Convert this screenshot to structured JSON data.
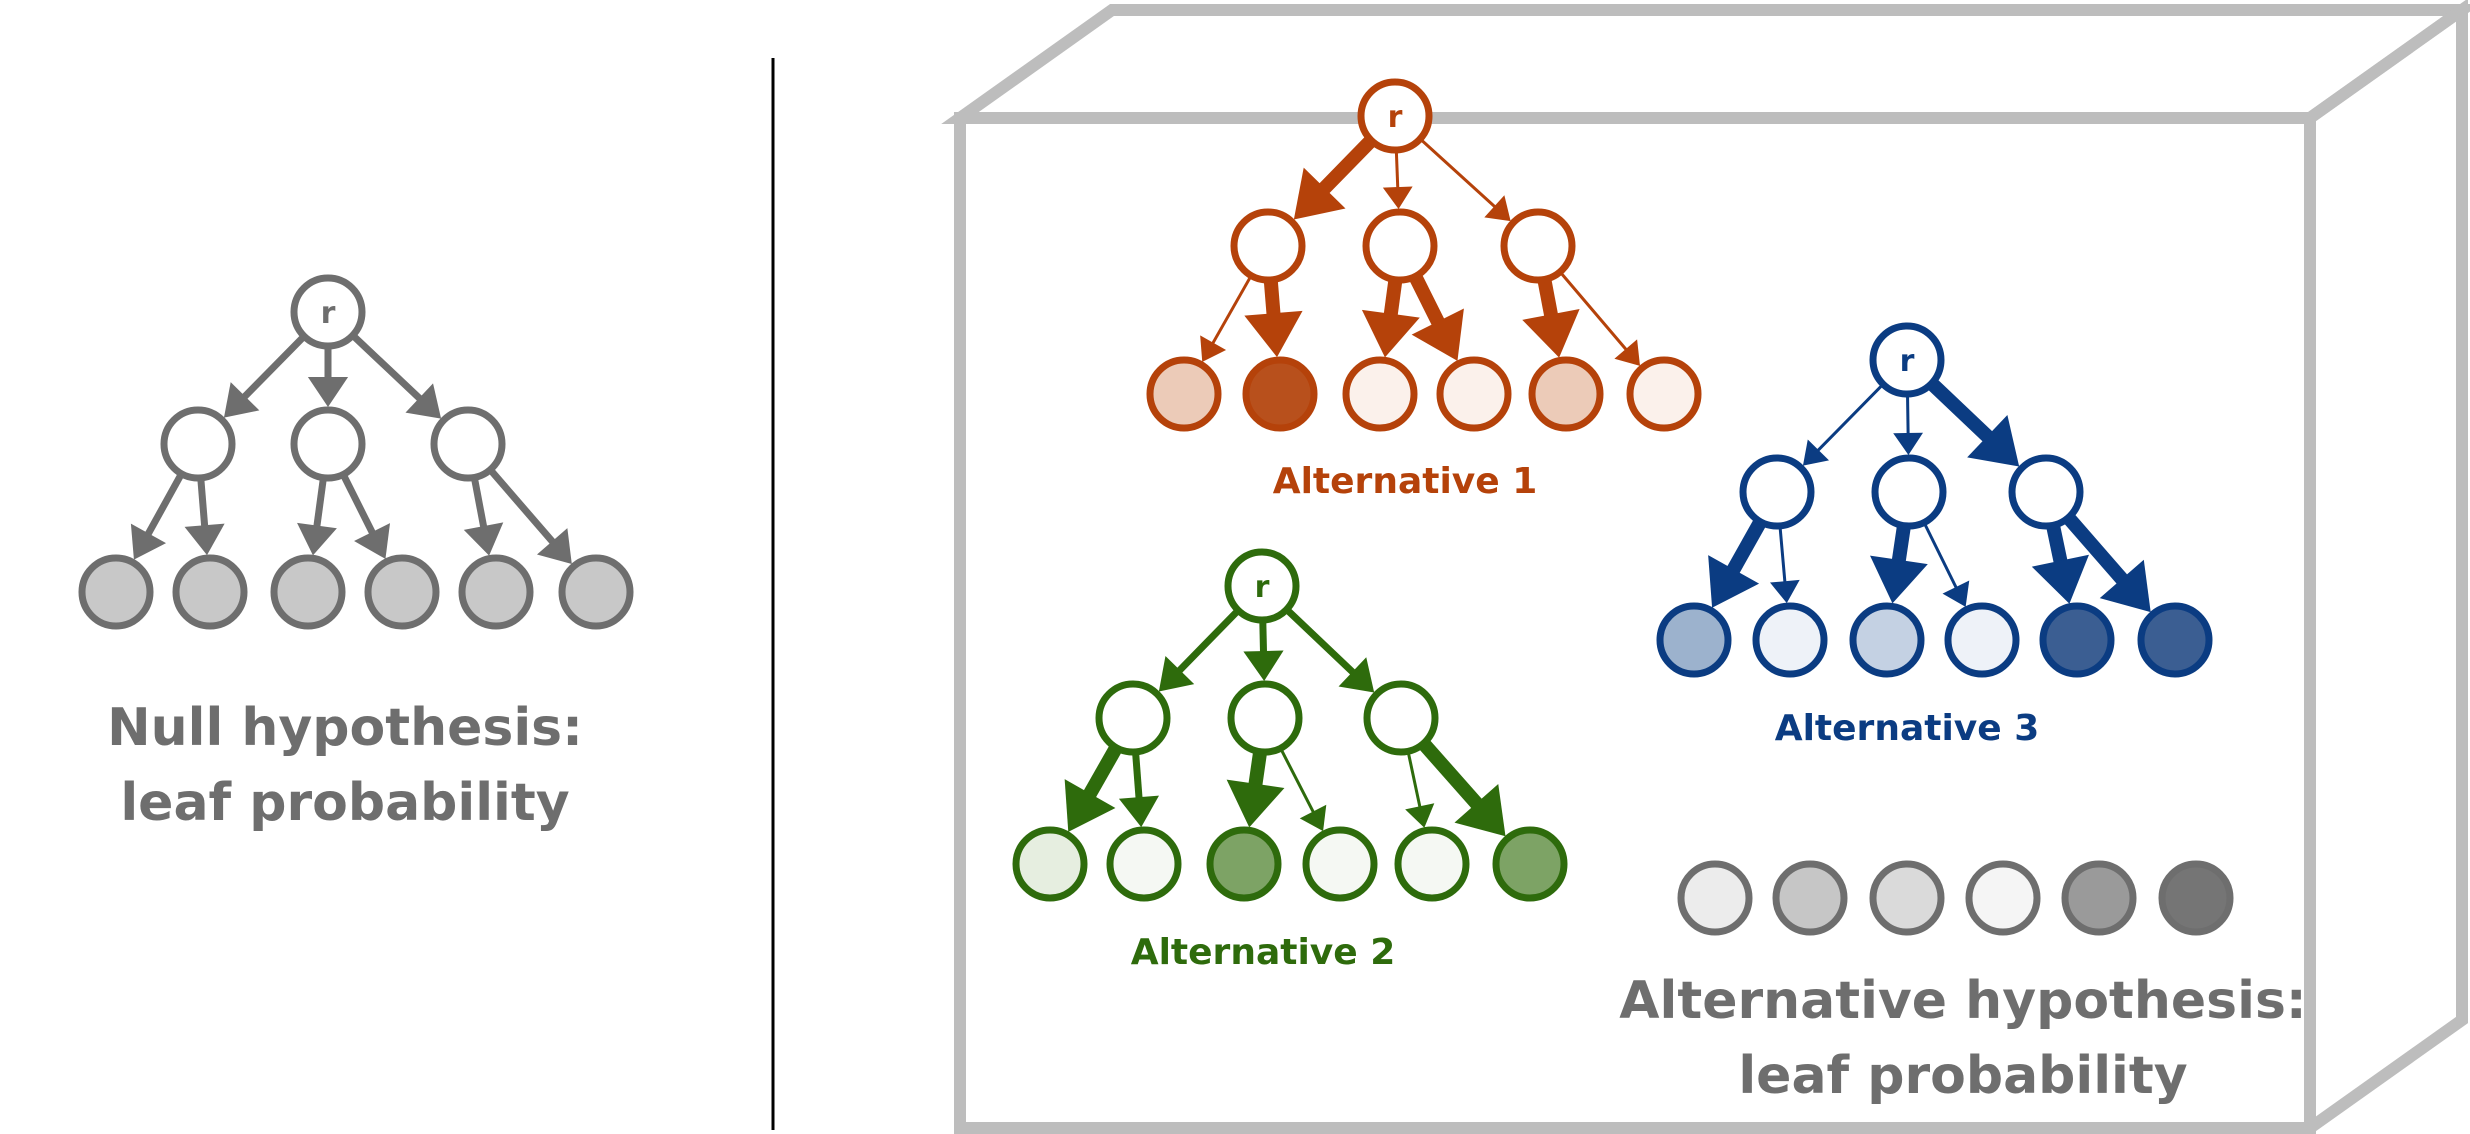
{
  "colors": {
    "null": "#6e6e6e",
    "box": "#bdbdbd",
    "divider": "#000000",
    "alt1": "#b5420a",
    "alt2": "#2e6b0c",
    "alt3": "#0b3c82",
    "legend_stroke": "#6e6e6e"
  },
  "root_label": "r",
  "null_panel": {
    "caption_line1": "Null hypothesis:",
    "caption_line2": "leaf probability",
    "leaf_fill": "#c8c8c8"
  },
  "alternatives": [
    {
      "id": "alt1",
      "label": "Alternative 1",
      "color": "#b5420a",
      "root_edges": [
        "thick",
        "thin",
        "thin"
      ],
      "leaf_edges": [
        "thin",
        "thick",
        "thick",
        "thick",
        "thick",
        "thin"
      ],
      "leaf_fills": [
        "#eccbb8",
        "#b8501c",
        "#fbf1eb",
        "#fbf1eb",
        "#eccbb8",
        "#fbf1eb"
      ]
    },
    {
      "id": "alt2",
      "label": "Alternative 2",
      "color": "#2e6b0c",
      "root_edges": [
        "medium",
        "medium",
        "medium"
      ],
      "leaf_edges": [
        "thick",
        "medium",
        "thick",
        "thin",
        "thin",
        "thick"
      ],
      "leaf_fills": [
        "#e6eee0",
        "#f5f8f3",
        "#7da365",
        "#f5f8f3",
        "#f5f8f3",
        "#7da365"
      ]
    },
    {
      "id": "alt3",
      "label": "Alternative 3",
      "color": "#0b3c82",
      "root_edges": [
        "thin",
        "thin",
        "thick"
      ],
      "leaf_edges": [
        "thick",
        "thin",
        "thick",
        "thin",
        "thick",
        "thick"
      ],
      "leaf_fills": [
        "#9cb2cd",
        "#eef2f8",
        "#c4d1e3",
        "#eef2f8",
        "#3b5e92",
        "#3b5e92"
      ]
    }
  ],
  "legend": {
    "caption_line1": "Alternative hypothesis:",
    "caption_line2": "leaf probability",
    "leaf_fills": [
      "#ececec",
      "#c6c6c6",
      "#dadada",
      "#f5f5f5",
      "#9a9a9a",
      "#757575"
    ]
  }
}
